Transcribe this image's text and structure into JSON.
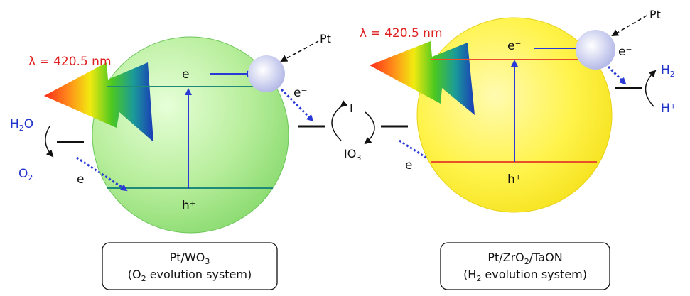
{
  "left_system": {
    "wavelength": "λ = 420.5 nm",
    "pt": "Pt",
    "electron_top": "e⁻",
    "electron_out": "e⁻",
    "hole": "h⁺",
    "electron_in": "e⁻",
    "water_h": "H",
    "water_sub": "2",
    "water_o": "O",
    "oxygen": "O",
    "oxygen_sub": "2",
    "caption_line1_pre": "Pt/WO",
    "caption_line1_sub": "3",
    "caption_line2_pre": "(O",
    "caption_line2_sub": "2",
    "caption_line2_post": " evolution system)"
  },
  "mediator": {
    "iodide": "I⁻",
    "iodate_pre": "IO",
    "iodate_sub": "3",
    "iodate_sup": "⁻"
  },
  "right_system": {
    "wavelength": "λ = 420.5 nm",
    "pt": "Pt",
    "electron_top": "e⁻",
    "electron_out": "e⁻",
    "hole": "h⁺",
    "electron_in": "e⁻",
    "hydrogen": "H",
    "hydrogen_sub": "2",
    "proton": "H⁺",
    "caption_line1_pre": "Pt/ZrO",
    "caption_line1_sub": "2",
    "caption_line1_post": "/TaON",
    "caption_line2_pre": "(H",
    "caption_line2_sub": "2",
    "caption_line2_post": " evolution system)"
  },
  "colors": {
    "green_sphere": "#b8ee9c",
    "yellow_sphere": "#fff34a",
    "band_green": "#1f8a78",
    "band_red": "#e8502a",
    "arrow_blue": "#2a3ad6",
    "label_red": "#e02020",
    "pt_particle": "#c8cdf0"
  }
}
